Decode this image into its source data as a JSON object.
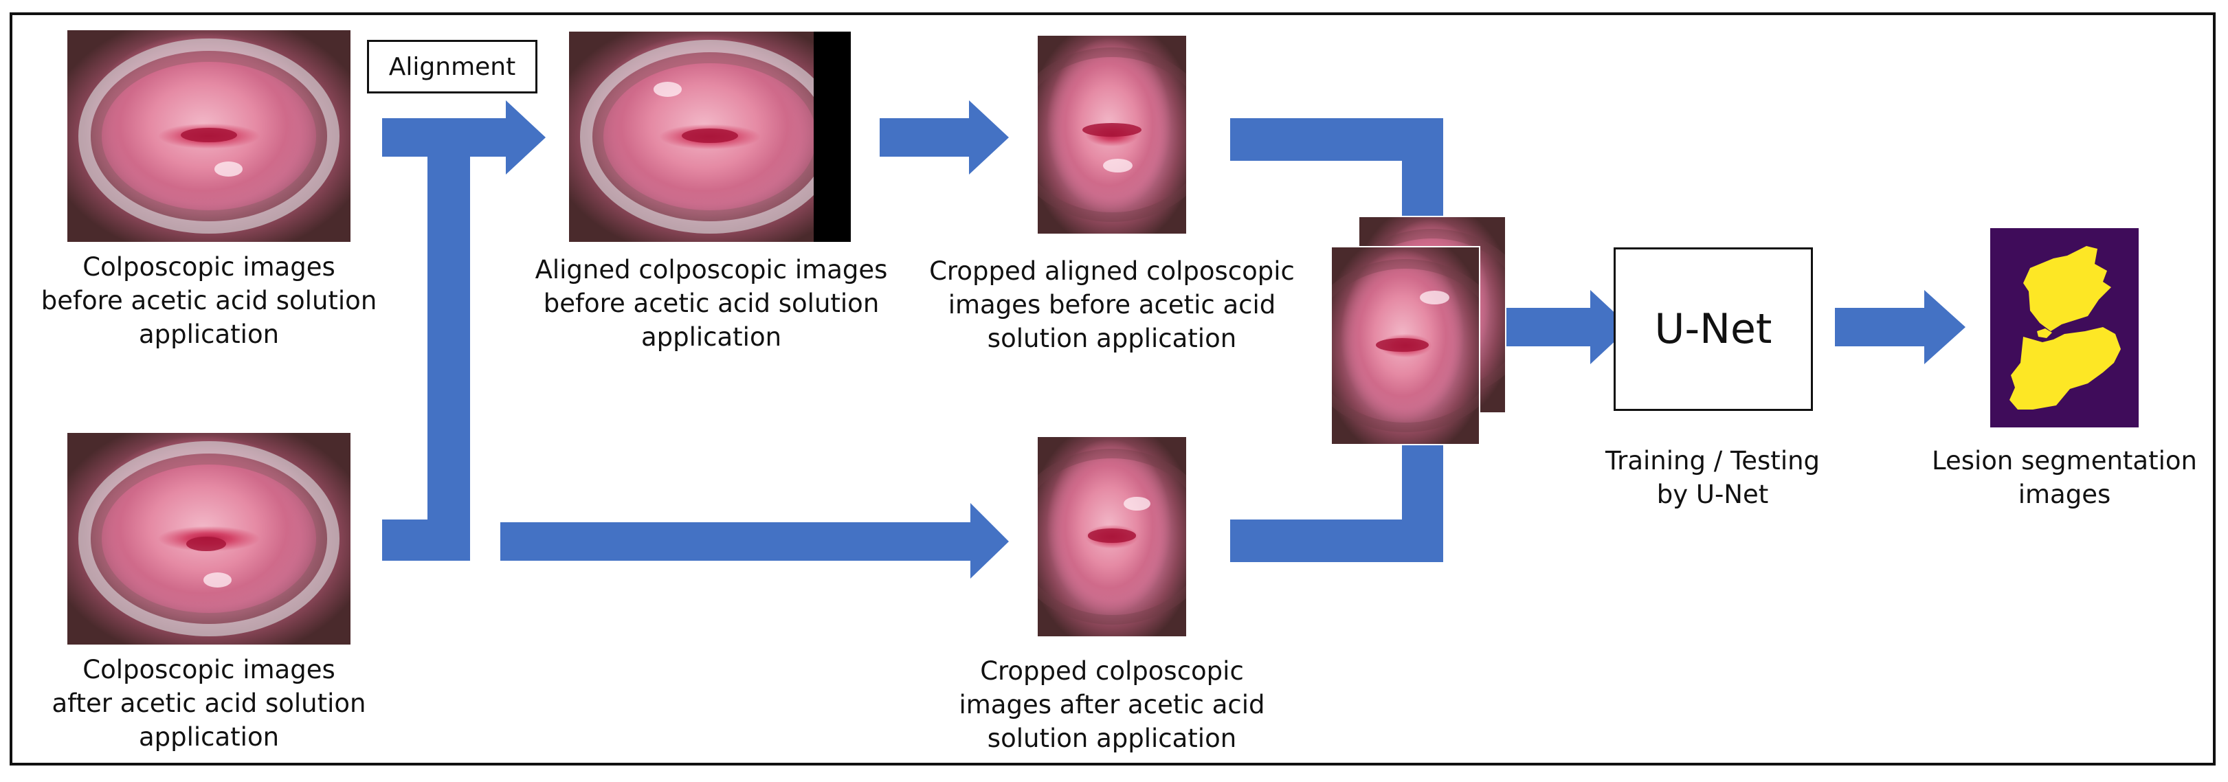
{
  "colors": {
    "arrow": "#4472c4",
    "segmentation_background": "#3f0c5a",
    "segmentation_lesion": "#fde725"
  },
  "boxes": {
    "alignment": "Alignment",
    "unet": "U-Net"
  },
  "labels": {
    "before": "Colposcopic images\nbefore acetic acid solution\napplication",
    "after": "Colposcopic images\nafter acetic acid solution\napplication",
    "aligned_before": "Aligned colposcopic images\nbefore acetic acid solution\napplication",
    "cropped_aligned_before": "Cropped aligned colposcopic\nimages before acetic acid\nsolution application",
    "cropped_after": "Cropped colposcopic\nimages after acetic acid\nsolution application",
    "training": "Training / Testing\nby U-Net",
    "segmentation": "Lesion segmentation\nimages"
  },
  "images": {
    "before": "colposcopic-photo",
    "after": "colposcopic-photo",
    "aligned_before": "colposcopic-photo",
    "cropped_aligned_before": "colposcopic-photo",
    "cropped_after": "colposcopic-photo",
    "stacked_input": "colposcopic-photo",
    "segmentation_mask": "lesion-mask"
  }
}
